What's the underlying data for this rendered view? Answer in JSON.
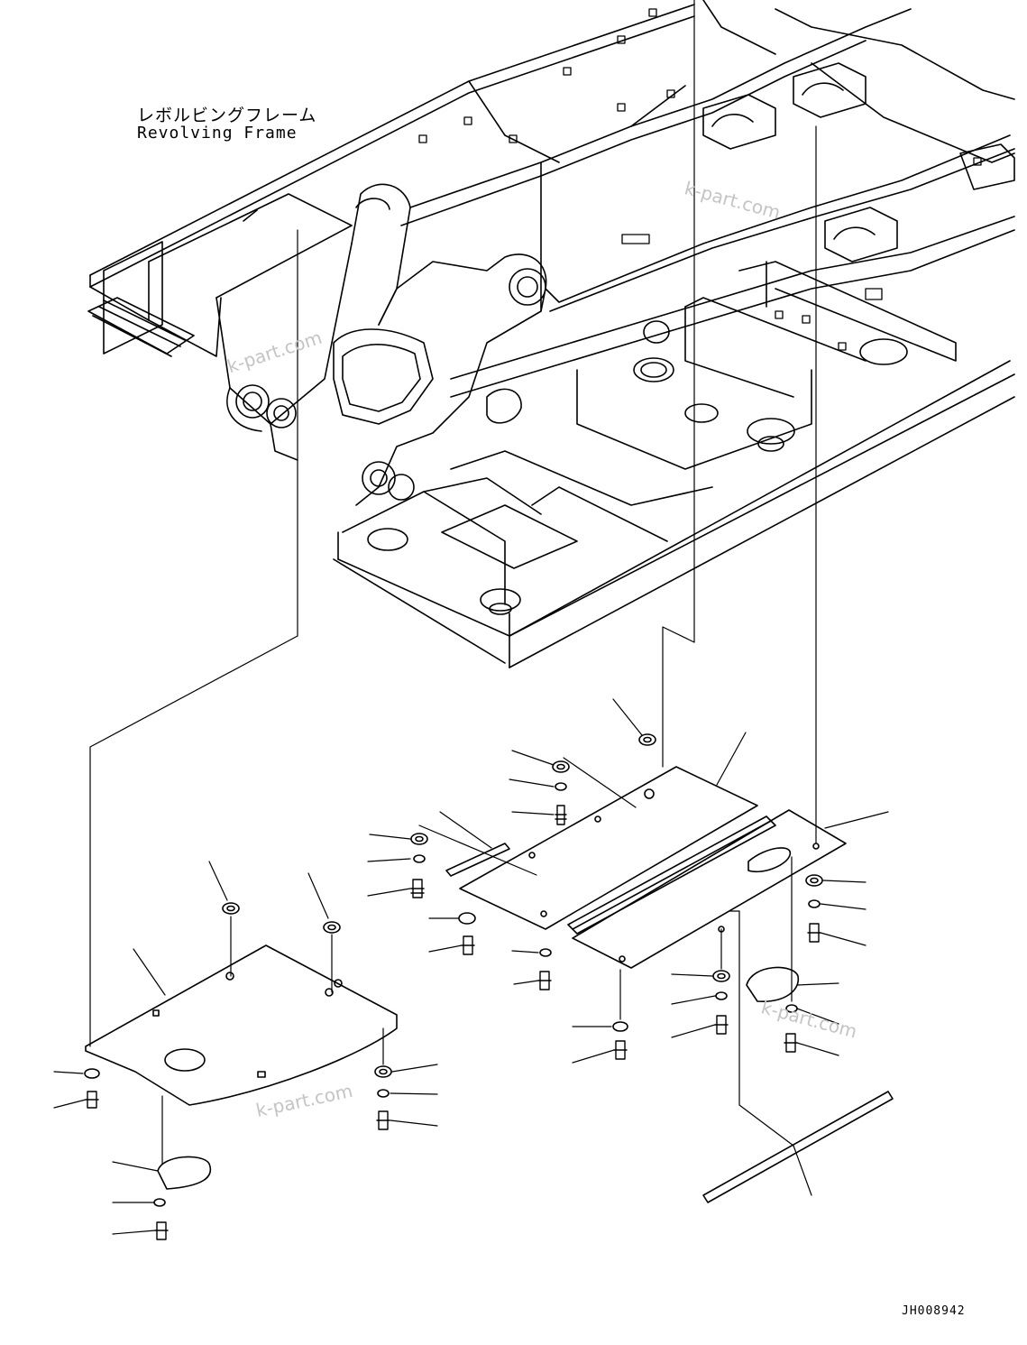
{
  "frame_label": {
    "japanese": "レボルビングフレーム",
    "english": "Revolving Frame"
  },
  "drawing_number": "JH008942",
  "watermarks": [
    "k-part.com",
    "k-part.com",
    "k-part.com",
    "k-part.com"
  ],
  "colors": {
    "line": "#000000",
    "watermark": "#c4c4c4",
    "background": "#ffffff"
  }
}
